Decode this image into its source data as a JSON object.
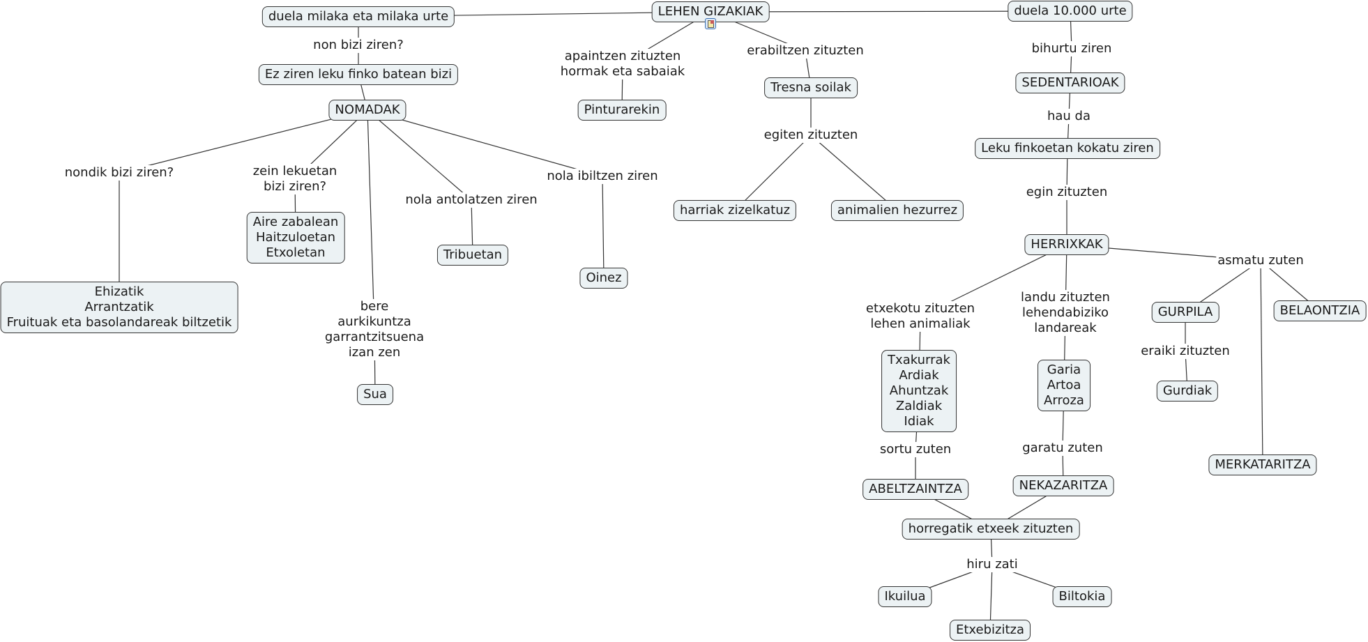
{
  "map": {
    "colors": {
      "node_fill": "#ecf2f4",
      "node_border": "#333333",
      "link": "#333333",
      "resource_icon": "#3a6fb0"
    },
    "root": {
      "id": "lehen-gizakiak",
      "text": "LEHEN GIZAKIAK",
      "has_resource_icon": true
    },
    "nodes": [
      {
        "id": "lehen-gizakiak",
        "kind": "concept",
        "text": "LEHEN GIZAKIAK"
      },
      {
        "id": "duela-milaka",
        "kind": "concept",
        "text": "duela milaka eta milaka urte"
      },
      {
        "id": "duela-10000",
        "kind": "concept",
        "text": "duela 10.000 urte"
      },
      {
        "id": "l-non-bizi",
        "kind": "link",
        "text": "non bizi ziren?"
      },
      {
        "id": "ez-ziren",
        "kind": "concept",
        "text": "Ez ziren leku finko batean bizi"
      },
      {
        "id": "nomadak",
        "kind": "concept",
        "text": "NOMADAK"
      },
      {
        "id": "l-nondik",
        "kind": "link",
        "text": "nondik bizi ziren?"
      },
      {
        "id": "ehizatik",
        "kind": "concept",
        "text": "Ehizatik\nArrantzatik\nFruituak eta basolandareak biltzetik"
      },
      {
        "id": "l-zein-lekuetan",
        "kind": "link",
        "text": "zein lekuetan\nbizi ziren?"
      },
      {
        "id": "aire-zabalean",
        "kind": "concept",
        "text": "Aire zabalean\nHaitzuloetan\nEtxoletan"
      },
      {
        "id": "l-bere-aurkikuntza",
        "kind": "link",
        "text": "bere\naurkikuntza\ngarrantzitsuena\nizan zen"
      },
      {
        "id": "sua",
        "kind": "concept",
        "text": "Sua"
      },
      {
        "id": "l-nola-antolatzen",
        "kind": "link",
        "text": "nola antolatzen ziren"
      },
      {
        "id": "tribuetan",
        "kind": "concept",
        "text": "Tribuetan"
      },
      {
        "id": "l-nola-ibiltzen",
        "kind": "link",
        "text": "nola ibiltzen ziren"
      },
      {
        "id": "oinez",
        "kind": "concept",
        "text": "Oinez"
      },
      {
        "id": "l-apaintzen",
        "kind": "link",
        "text": "apaintzen zituzten\nhormak eta sabaiak"
      },
      {
        "id": "pinturarekin",
        "kind": "concept",
        "text": "Pinturarekin"
      },
      {
        "id": "l-erabiltzen",
        "kind": "link",
        "text": "erabiltzen zituzten"
      },
      {
        "id": "tresna-soilak",
        "kind": "concept",
        "text": "Tresna soilak"
      },
      {
        "id": "l-egiten",
        "kind": "link",
        "text": "egiten zituzten"
      },
      {
        "id": "harriak",
        "kind": "concept",
        "text": "harriak zizelkatuz"
      },
      {
        "id": "animalien",
        "kind": "concept",
        "text": "animalien hezurrez"
      },
      {
        "id": "l-bihurtu",
        "kind": "link",
        "text": "bihurtu ziren"
      },
      {
        "id": "sedentarioak",
        "kind": "concept",
        "text": "SEDENTARIOAK"
      },
      {
        "id": "l-hau-da",
        "kind": "link",
        "text": "hau da"
      },
      {
        "id": "leku-finkoetan",
        "kind": "concept",
        "text": "Leku finkoetan kokatu ziren"
      },
      {
        "id": "l-egin",
        "kind": "link",
        "text": "egin zituzten"
      },
      {
        "id": "herrixkak",
        "kind": "concept",
        "text": "HERRIXKAK"
      },
      {
        "id": "l-etxekotu",
        "kind": "link",
        "text": "etxekotu zituzten\nlehen animaliak"
      },
      {
        "id": "txakurrak",
        "kind": "concept",
        "text": "Txakurrak\nArdiak\nAhuntzak\nZaldiak\nIdiak"
      },
      {
        "id": "l-sortu",
        "kind": "link",
        "text": "sortu zuten"
      },
      {
        "id": "abeltzaintza",
        "kind": "concept",
        "text": "ABELTZAINTZA"
      },
      {
        "id": "l-landu",
        "kind": "link",
        "text": "landu zituzten\nlehendabiziko\nlandareak"
      },
      {
        "id": "garia",
        "kind": "concept",
        "text": "Garia\nArtoa\nArroza"
      },
      {
        "id": "l-garatu",
        "kind": "link",
        "text": "garatu zuten"
      },
      {
        "id": "nekazaritza",
        "kind": "concept",
        "text": "NEKAZARITZA"
      },
      {
        "id": "horregatik",
        "kind": "concept",
        "text": "horregatik etxeek zituzten"
      },
      {
        "id": "l-hiru-zati",
        "kind": "link",
        "text": "hiru zati"
      },
      {
        "id": "ikuilua",
        "kind": "concept",
        "text": "Ikuilua"
      },
      {
        "id": "etxebizitza",
        "kind": "concept",
        "text": "Etxebizitza"
      },
      {
        "id": "biltokia",
        "kind": "concept",
        "text": "Biltokia"
      },
      {
        "id": "l-asmatu",
        "kind": "link",
        "text": "asmatu zuten"
      },
      {
        "id": "gurpila",
        "kind": "concept",
        "text": "GURPILA"
      },
      {
        "id": "l-eraiki",
        "kind": "link",
        "text": "eraiki zituzten"
      },
      {
        "id": "gurdiak",
        "kind": "concept",
        "text": "Gurdiak"
      },
      {
        "id": "belaontzia",
        "kind": "concept",
        "text": "BELAONTZIA"
      },
      {
        "id": "merkataritza",
        "kind": "concept",
        "text": "MERKATARITZA"
      }
    ],
    "edges": [
      [
        "lehen-gizakiak",
        "duela-milaka"
      ],
      [
        "lehen-gizakiak",
        "duela-10000"
      ],
      [
        "lehen-gizakiak",
        "l-apaintzen"
      ],
      [
        "l-apaintzen",
        "pinturarekin"
      ],
      [
        "lehen-gizakiak",
        "l-erabiltzen"
      ],
      [
        "l-erabiltzen",
        "tresna-soilak"
      ],
      [
        "tresna-soilak",
        "l-egiten"
      ],
      [
        "l-egiten",
        "harriak"
      ],
      [
        "l-egiten",
        "animalien"
      ],
      [
        "duela-milaka",
        "l-non-bizi"
      ],
      [
        "l-non-bizi",
        "ez-ziren"
      ],
      [
        "ez-ziren",
        "nomadak"
      ],
      [
        "nomadak",
        "l-nondik"
      ],
      [
        "l-nondik",
        "ehizatik"
      ],
      [
        "nomadak",
        "l-zein-lekuetan"
      ],
      [
        "l-zein-lekuetan",
        "aire-zabalean"
      ],
      [
        "nomadak",
        "l-bere-aurkikuntza"
      ],
      [
        "l-bere-aurkikuntza",
        "sua"
      ],
      [
        "nomadak",
        "l-nola-antolatzen"
      ],
      [
        "l-nola-antolatzen",
        "tribuetan"
      ],
      [
        "nomadak",
        "l-nola-ibiltzen"
      ],
      [
        "l-nola-ibiltzen",
        "oinez"
      ],
      [
        "duela-10000",
        "l-bihurtu"
      ],
      [
        "l-bihurtu",
        "sedentarioak"
      ],
      [
        "sedentarioak",
        "l-hau-da"
      ],
      [
        "l-hau-da",
        "leku-finkoetan"
      ],
      [
        "leku-finkoetan",
        "l-egin"
      ],
      [
        "l-egin",
        "herrixkak"
      ],
      [
        "herrixkak",
        "l-etxekotu"
      ],
      [
        "l-etxekotu",
        "txakurrak"
      ],
      [
        "txakurrak",
        "l-sortu"
      ],
      [
        "l-sortu",
        "abeltzaintza"
      ],
      [
        "herrixkak",
        "l-landu"
      ],
      [
        "l-landu",
        "garia"
      ],
      [
        "garia",
        "l-garatu"
      ],
      [
        "l-garatu",
        "nekazaritza"
      ],
      [
        "abeltzaintza",
        "horregatik"
      ],
      [
        "nekazaritza",
        "horregatik"
      ],
      [
        "horregatik",
        "l-hiru-zati"
      ],
      [
        "l-hiru-zati",
        "ikuilua"
      ],
      [
        "l-hiru-zati",
        "etxebizitza"
      ],
      [
        "l-hiru-zati",
        "biltokia"
      ],
      [
        "herrixkak",
        "l-asmatu"
      ],
      [
        "l-asmatu",
        "gurpila"
      ],
      [
        "l-asmatu",
        "belaontzia"
      ],
      [
        "l-asmatu",
        "merkataritza"
      ],
      [
        "gurpila",
        "l-eraiki"
      ],
      [
        "l-eraiki",
        "gurdiak"
      ]
    ]
  }
}
